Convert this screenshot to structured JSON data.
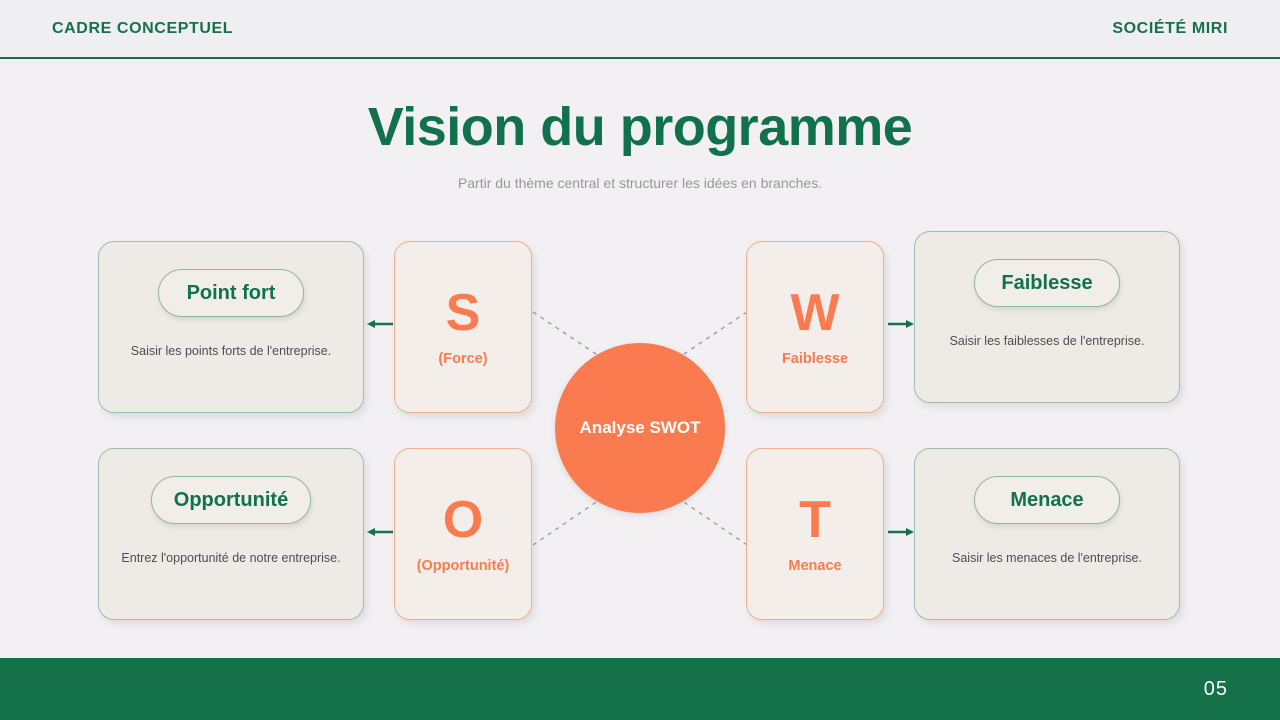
{
  "header": {
    "left_label": "CADRE CONCEPTUEL",
    "right_label": "SOCIÉTÉ MIRI",
    "accent_color": "#14714a"
  },
  "title": "Vision du programme",
  "subtitle": "Partir du thème central et structurer les idées en branches.",
  "center": {
    "label": "Analyse SWOT",
    "color": "#f97b4f",
    "text_color": "#ffffff"
  },
  "letter_cards": [
    {
      "letter": "S",
      "sub": "(Force)",
      "position": "top-left"
    },
    {
      "letter": "W",
      "sub": "Faiblesse",
      "position": "top-right"
    },
    {
      "letter": "O",
      "sub": "(Opportunité)",
      "position": "bottom-left"
    },
    {
      "letter": "T",
      "sub": "Menace",
      "position": "bottom-right"
    }
  ],
  "detail_cards": [
    {
      "pill": "Point fort",
      "desc": "Saisir les points forts de l'entreprise.",
      "position": "top-left"
    },
    {
      "pill": "Faiblesse",
      "desc": "Saisir les faiblesses de l'entreprise.",
      "position": "top-right"
    },
    {
      "pill": "Opportunité",
      "desc": "Entrez l'opportunité de notre entreprise.",
      "position": "bottom-left"
    },
    {
      "pill": "Menace",
      "desc": "Saisir les menaces de l'entreprise.",
      "position": "bottom-right"
    }
  ],
  "colors": {
    "green": "#11714a",
    "orange": "#f97b4f",
    "page_bg": "#f2f0f3",
    "card_bg": "#eeeae5",
    "connector": "#8f9aa0"
  },
  "footer": {
    "page_number": "05"
  }
}
